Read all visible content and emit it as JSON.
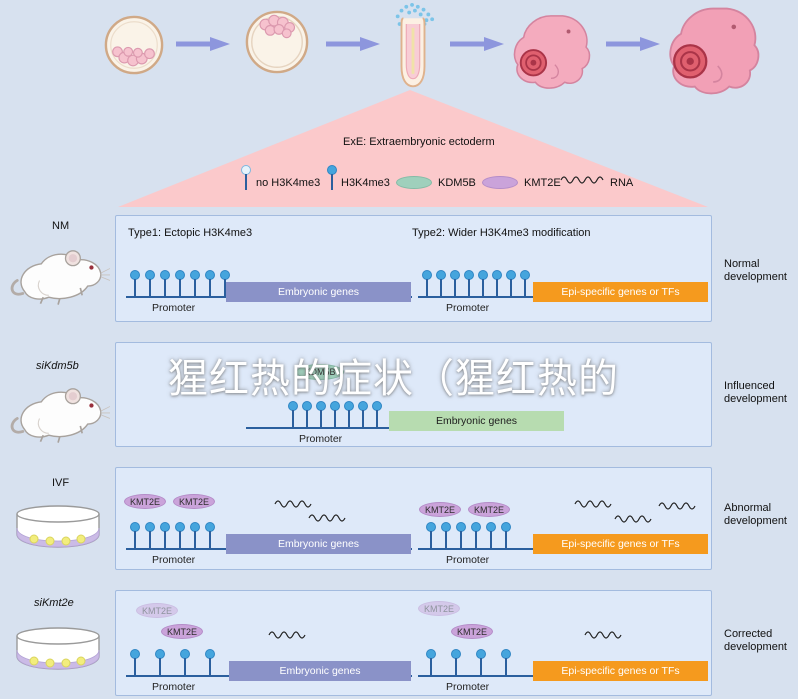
{
  "watermark": "猩红热的症状（猩红热的",
  "legend": {
    "title": "ExE: Extraembryonic ectoderm",
    "items": [
      {
        "icon": "open-lollipop-icon",
        "label": "no H3K4me3"
      },
      {
        "icon": "filled-lollipop-icon",
        "label": "H3K4me3"
      },
      {
        "icon": "kdm5b-oval-icon",
        "label": "KDM5B"
      },
      {
        "icon": "kmt2e-oval-icon",
        "label": "KMT2E"
      },
      {
        "icon": "rna-wavy-line-icon",
        "label": "RNA"
      }
    ]
  },
  "stages": [
    {
      "icon": "blastocyst-cells-bottom-icon"
    },
    {
      "icon": "blastocyst-cells-top-icon"
    },
    {
      "icon": "egg-cylinder-embryo-icon"
    },
    {
      "icon": "early-fetus-icon"
    },
    {
      "icon": "late-fetus-icon"
    }
  ],
  "rows": [
    {
      "model": "NM",
      "outcome": "Normal development",
      "type1": "Type1: Ectopic H3K4me3",
      "type2": "Type2: Wider H3K4me3 modification",
      "left_gene": "Embryonic genes",
      "right_gene": "Epi-specific genes or TFs",
      "promoter": "Promoter"
    },
    {
      "model": "siKdm5b",
      "outcome": "Influenced development",
      "enzyme": "KDM5B",
      "gene": "Embryonic genes",
      "promoter": "Promoter"
    },
    {
      "model": "IVF",
      "outcome": "Abnormal development",
      "enzyme": "KMT2E",
      "left_gene": "Embryonic genes",
      "right_gene": "Epi-specific genes or TFs",
      "promoter": "Promoter"
    },
    {
      "model": "siKmt2e",
      "outcome": "Corrected development",
      "enzyme": "KMT2E",
      "left_gene": "Embryonic genes",
      "right_gene": "Epi-specific genes or TFs",
      "promoter": "Promoter"
    }
  ],
  "colors": {
    "background": "#d7e1ef",
    "panel": "#dee9f9",
    "funnel_pink": "#fbc9cb",
    "h3k4me3_blue": "#45a5dd",
    "kdm5b_green": "#9fd0bc",
    "kmt2e_purple": "#caa3da",
    "embryonic_genes_purple": "#8a92c8",
    "embryonic_genes_green": "#b7dcb0",
    "epi_genes_orange": "#f59a1e",
    "arrow_blue": "#8d96dd"
  }
}
